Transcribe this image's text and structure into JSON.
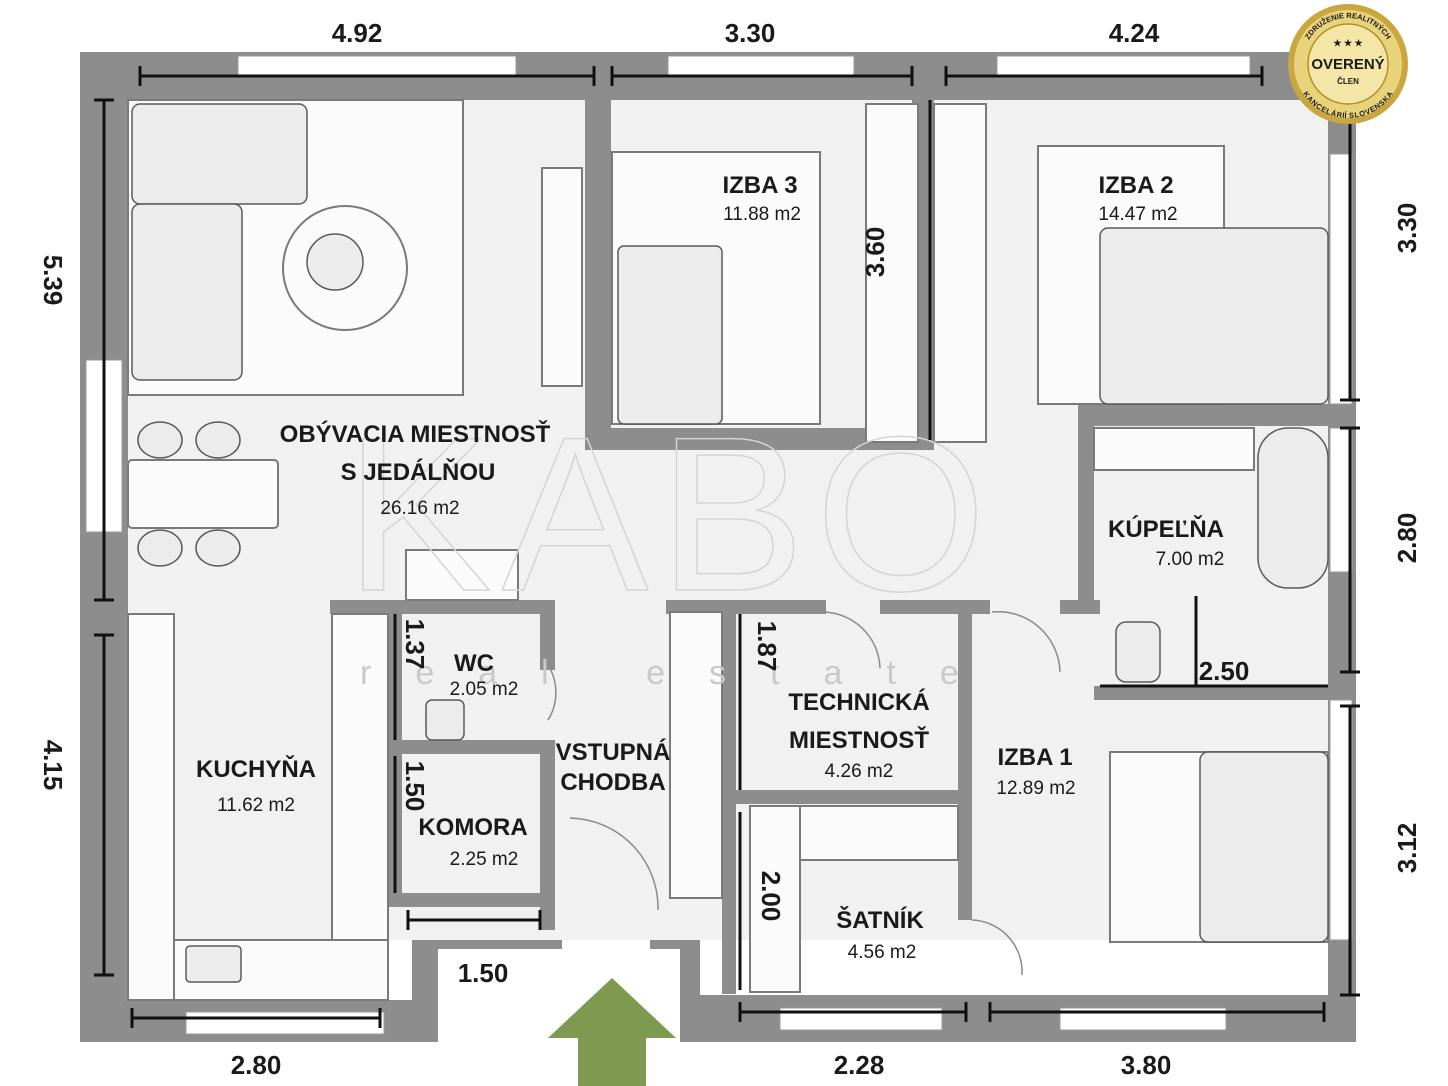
{
  "rooms": {
    "living": {
      "name_line1": "OBÝVACIA MIESTNOSŤ",
      "name_line2": "S  JEDÁLŇOU",
      "area": "26.16 m2"
    },
    "izba3": {
      "name": "IZBA 3",
      "area": "11.88 m2"
    },
    "izba2": {
      "name": "IZBA 2",
      "area": "14.47 m2"
    },
    "kupelna": {
      "name": "KÚPEĽŇA",
      "area": "7.00 m2"
    },
    "wc": {
      "name": "WC",
      "area": "2.05 m2"
    },
    "kuchyna": {
      "name": "KUCHYŇA",
      "area": "11.62 m2"
    },
    "komora": {
      "name": "KOMORA",
      "area": "2.25 m2"
    },
    "chodba": {
      "name_line1": "VSTUPNÁ",
      "name_line2": "CHODBA"
    },
    "technicka": {
      "name_line1": "TECHNICKÁ",
      "name_line2": "MIESTNOSŤ",
      "area": "4.26 m2"
    },
    "izba1": {
      "name": "IZBA 1",
      "area": "12.89 m2"
    },
    "satnik": {
      "name": "ŠATNÍK",
      "area": "4.56 m2"
    }
  },
  "dimensions": {
    "top_left": "4.92",
    "top_mid": "3.30",
    "top_right": "4.24",
    "left_upper": "5.39",
    "left_lower": "4.15",
    "right_upper": "3.30",
    "right_mid": "2.80",
    "right_lower": "3.12",
    "bottom_left": "2.80",
    "bottom_mid": "2.28",
    "bottom_right": "3.80",
    "wardrobe_hall": "3.60",
    "wc_height": "1.37",
    "komora_height": "1.50",
    "entrance_width": "1.50",
    "technicka_height": "1.87",
    "satnik_height": "2.00",
    "bath_width": "2.50"
  },
  "watermark": {
    "main": "KABO",
    "sub": "real estate"
  },
  "badge": {
    "ring_top": "ZDRUŽENIE REALITNÝCH",
    "ring_bottom": "KANCELÁRIÍ SLOVENSKA",
    "stars": "★ ★ ★",
    "main": "OVERENÝ",
    "sub": "ČLEN"
  },
  "colors": {
    "arrow": "#7d9a50",
    "wall": "#8d8d8d",
    "badge_gold": "#c9a640"
  }
}
